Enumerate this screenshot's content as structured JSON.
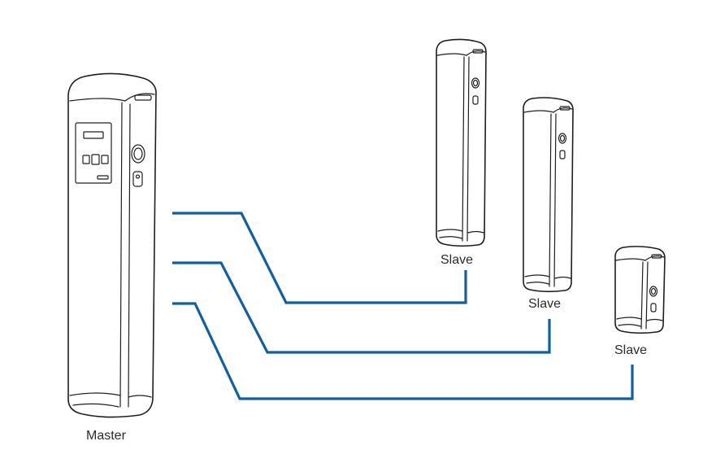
{
  "labels": {
    "master": "Master",
    "slave_1": "Slave",
    "slave_2": "Slave",
    "slave_3": "Slave"
  },
  "colors": {
    "cable": "#0f5fa6",
    "outline": "#1e1e1e",
    "label_text": "#2b2b2b"
  }
}
